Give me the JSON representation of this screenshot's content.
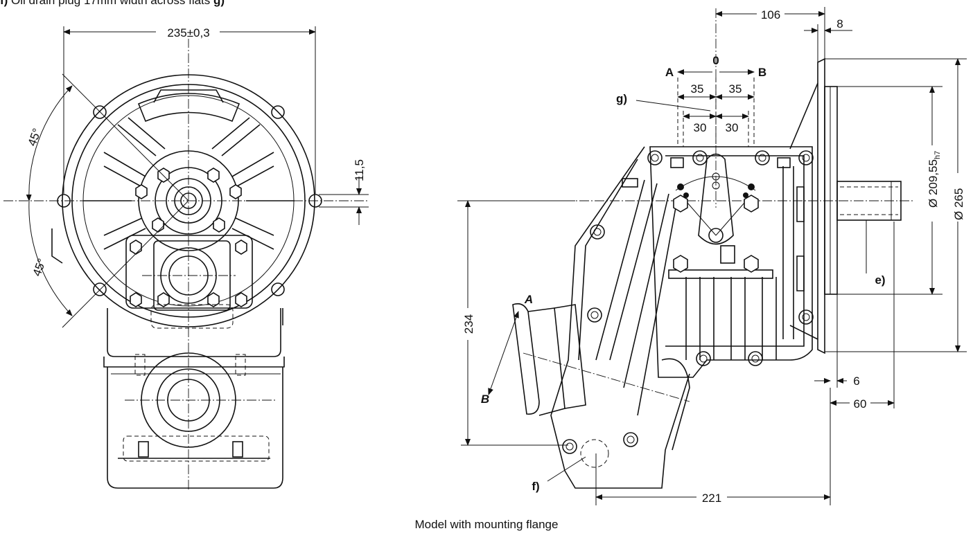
{
  "top_note": {
    "prefix": "f)",
    "text": " Oil drain plug 17mm width across flats  ",
    "suffix": "g)"
  },
  "caption": "Model with mounting flange",
  "front_view": {
    "dim_width": "235±0,3",
    "angle_top": "45°",
    "angle_bottom": "45°",
    "offset": "11,5"
  },
  "side_view": {
    "dim_106": "106",
    "dim_8": "8",
    "zero": "0",
    "dir_A": "A",
    "dir_B": "B",
    "dim_35_left": "35",
    "dim_35_right": "35",
    "dim_30_left": "30",
    "dim_30_right": "30",
    "dim_234": "234",
    "dim_221": "221",
    "dim_6": "6",
    "dim_60": "60",
    "dia_209_prefix": "Ø 209,55",
    "dia_209_sub": "h7",
    "dia_265": "Ø 265",
    "label_e": "e)",
    "label_f": "f)",
    "label_g": "g)",
    "rot_A": "A",
    "rot_B": "B"
  }
}
